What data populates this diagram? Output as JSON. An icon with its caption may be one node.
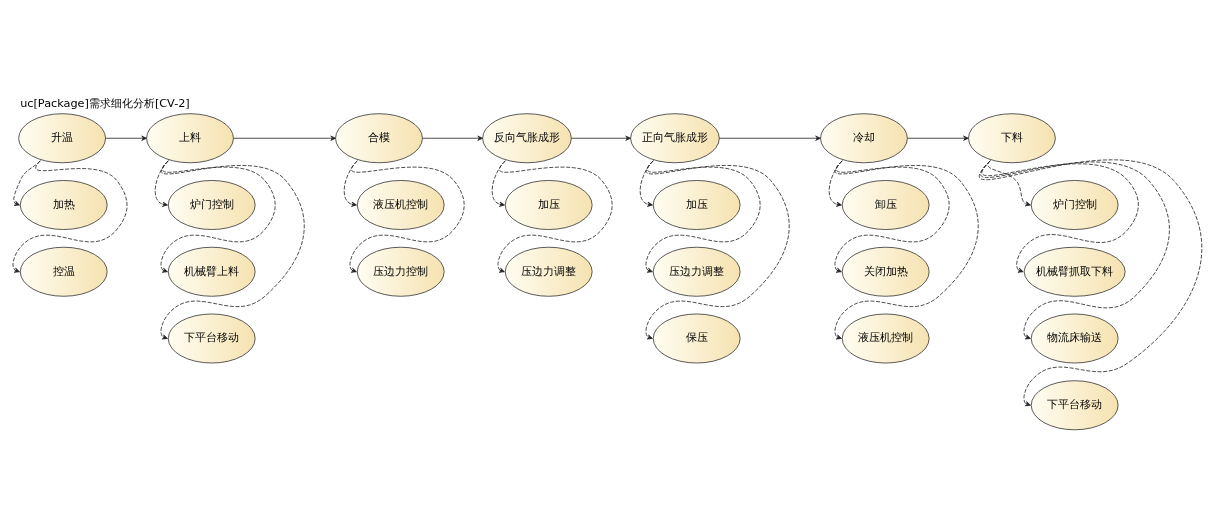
{
  "diagram": {
    "title": "uc[Package]需求细化分析[CV-2]",
    "nodes": [
      {
        "text": [
          "升温"
        ]
      },
      {
        "text": [
          "加热"
        ]
      },
      {
        "text": [
          "控温"
        ]
      },
      {
        "text": [
          "上料"
        ]
      },
      {
        "text": [
          "炉门控制"
        ]
      },
      {
        "text": [
          "机械臂上料"
        ]
      },
      {
        "text": [
          "下平台移动"
        ]
      },
      {
        "text": [
          "合模"
        ]
      },
      {
        "text": [
          "液压机控制"
        ]
      },
      {
        "text": [
          "压边力控制"
        ]
      },
      {
        "text": [
          "反向气胀成形"
        ]
      },
      {
        "text": [
          "加压"
        ]
      },
      {
        "text": [
          "压边力调整"
        ]
      },
      {
        "text": [
          "正向气胀成形"
        ]
      },
      {
        "text": [
          "加压"
        ]
      },
      {
        "text": [
          "压边力调整"
        ]
      },
      {
        "text": [
          "保压"
        ]
      },
      {
        "text": [
          "冷却"
        ]
      },
      {
        "text": [
          "卸压"
        ]
      },
      {
        "text": [
          "关闭加热"
        ]
      },
      {
        "text": [
          "液压机控制"
        ]
      },
      {
        "text": [
          "下料"
        ]
      },
      {
        "text": [
          "炉门控制"
        ]
      },
      {
        "text": [
          "机械臂抓取下料"
        ]
      },
      {
        "text": [
          "物流床输送"
        ]
      },
      {
        "text": [
          "下平台移动"
        ]
      }
    ],
    "edges": [
      {
        "from": 0,
        "to": 3,
        "arrow": "to"
      },
      {
        "from": 3,
        "to": 7,
        "arrow": "to"
      },
      {
        "from": 7,
        "to": 10,
        "arrow": "to"
      },
      {
        "from": 10,
        "to": 13,
        "arrow": "to"
      },
      {
        "from": 13,
        "to": 17,
        "arrow": "to"
      },
      {
        "from": 17,
        "to": 21,
        "arrow": "to"
      },
      {
        "from": 0,
        "to": 1,
        "arrow": "to",
        "style": "dashed"
      },
      {
        "from": 0,
        "to": 2,
        "arrow": "to",
        "style": "dashed"
      },
      {
        "from": 3,
        "to": 4,
        "arrow": "to",
        "style": "dashed"
      },
      {
        "from": 3,
        "to": 5,
        "arrow": "to",
        "style": "dashed"
      },
      {
        "from": 3,
        "to": 6,
        "arrow": "to",
        "style": "dashed"
      },
      {
        "from": 7,
        "to": 8,
        "arrow": "to",
        "style": "dashed"
      },
      {
        "from": 7,
        "to": 9,
        "arrow": "to",
        "style": "dashed"
      },
      {
        "from": 10,
        "to": 11,
        "arrow": "to",
        "style": "dashed"
      },
      {
        "from": 10,
        "to": 12,
        "arrow": "to",
        "style": "dashed"
      },
      {
        "from": 13,
        "to": 14,
        "arrow": "to",
        "style": "dashed"
      },
      {
        "from": 13,
        "to": 15,
        "arrow": "to",
        "style": "dashed"
      },
      {
        "from": 13,
        "to": 16,
        "arrow": "to",
        "style": "dashed"
      },
      {
        "from": 17,
        "to": 18,
        "arrow": "to",
        "style": "dashed"
      },
      {
        "from": 17,
        "to": 19,
        "arrow": "to",
        "style": "dashed"
      },
      {
        "from": 17,
        "to": 20,
        "arrow": "to",
        "style": "dashed"
      },
      {
        "from": 21,
        "to": 22,
        "arrow": "to",
        "style": "dashed"
      },
      {
        "from": 21,
        "to": 23,
        "arrow": "to",
        "style": "dashed"
      },
      {
        "from": 21,
        "to": 24,
        "arrow": "to",
        "style": "dashed"
      },
      {
        "from": 21,
        "to": 25,
        "arrow": "to",
        "style": "dashed"
      }
    ]
  }
}
